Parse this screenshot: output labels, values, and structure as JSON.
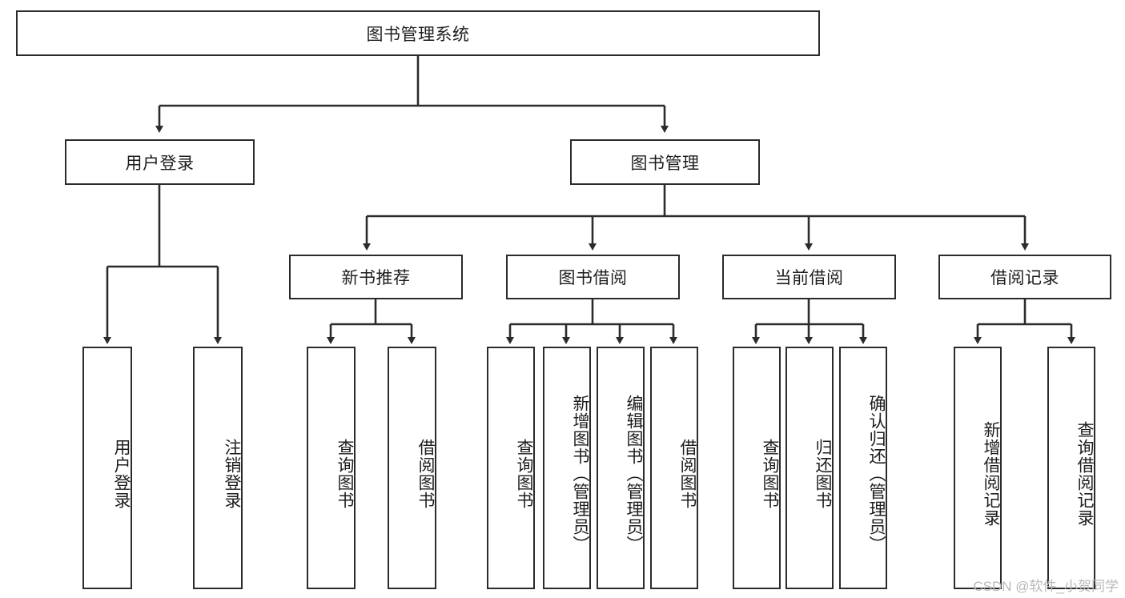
{
  "diagram": {
    "type": "tree-hierarchy",
    "title": "图书管理系统",
    "watermark": "CSDN @软件_小贺同学",
    "colors": {
      "border": "#2b2b2b",
      "text": "#1d1d1d",
      "background": "#ffffff",
      "connector": "#2b2b2b",
      "watermark": "#b9b9b9"
    },
    "root": {
      "label": "图书管理系统"
    },
    "level2": [
      {
        "label": "用户登录"
      },
      {
        "label": "图书管理"
      }
    ],
    "level3": [
      {
        "label": "新书推荐"
      },
      {
        "label": "图书借阅"
      },
      {
        "label": "当前借阅"
      },
      {
        "label": "借阅记录"
      }
    ],
    "leaves": {
      "user_login": [
        {
          "label": "用户登录"
        },
        {
          "label": "注销登录"
        }
      ],
      "new_book_recommend": [
        {
          "label": "查询图书"
        },
        {
          "label": "借阅图书"
        }
      ],
      "book_borrow": [
        {
          "label": "查询图书"
        },
        {
          "label": "新增图书（管理员）"
        },
        {
          "label": "编辑图书（管理员）"
        },
        {
          "label": "借阅图书"
        }
      ],
      "current_borrow": [
        {
          "label": "查询图书"
        },
        {
          "label": "归还图书"
        },
        {
          "label": "确认归还（管理员）"
        }
      ],
      "borrow_records": [
        {
          "label": "新增借阅记录"
        },
        {
          "label": "查询借阅记录"
        }
      ]
    }
  }
}
